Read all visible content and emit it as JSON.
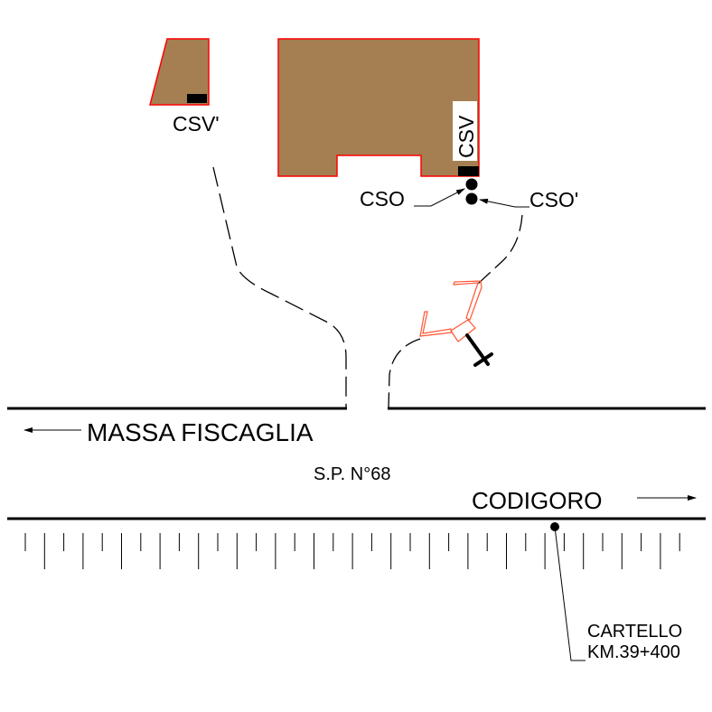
{
  "labels": {
    "csv_prime": "CSV'",
    "csv": "CSV",
    "cso": "CSO",
    "cso_prime": "CSO'",
    "massa": "MASSA FISCAGLIA",
    "road": "S.P. N°68",
    "codigoro": "CODIGORO",
    "cartello_1": "CARTELLO",
    "cartello_2": "KM.39+400"
  },
  "colors": {
    "building_fill": "#a57f52",
    "building_outline": "#ff0000",
    "fitting": "#ff5533",
    "ink": "#000000"
  }
}
